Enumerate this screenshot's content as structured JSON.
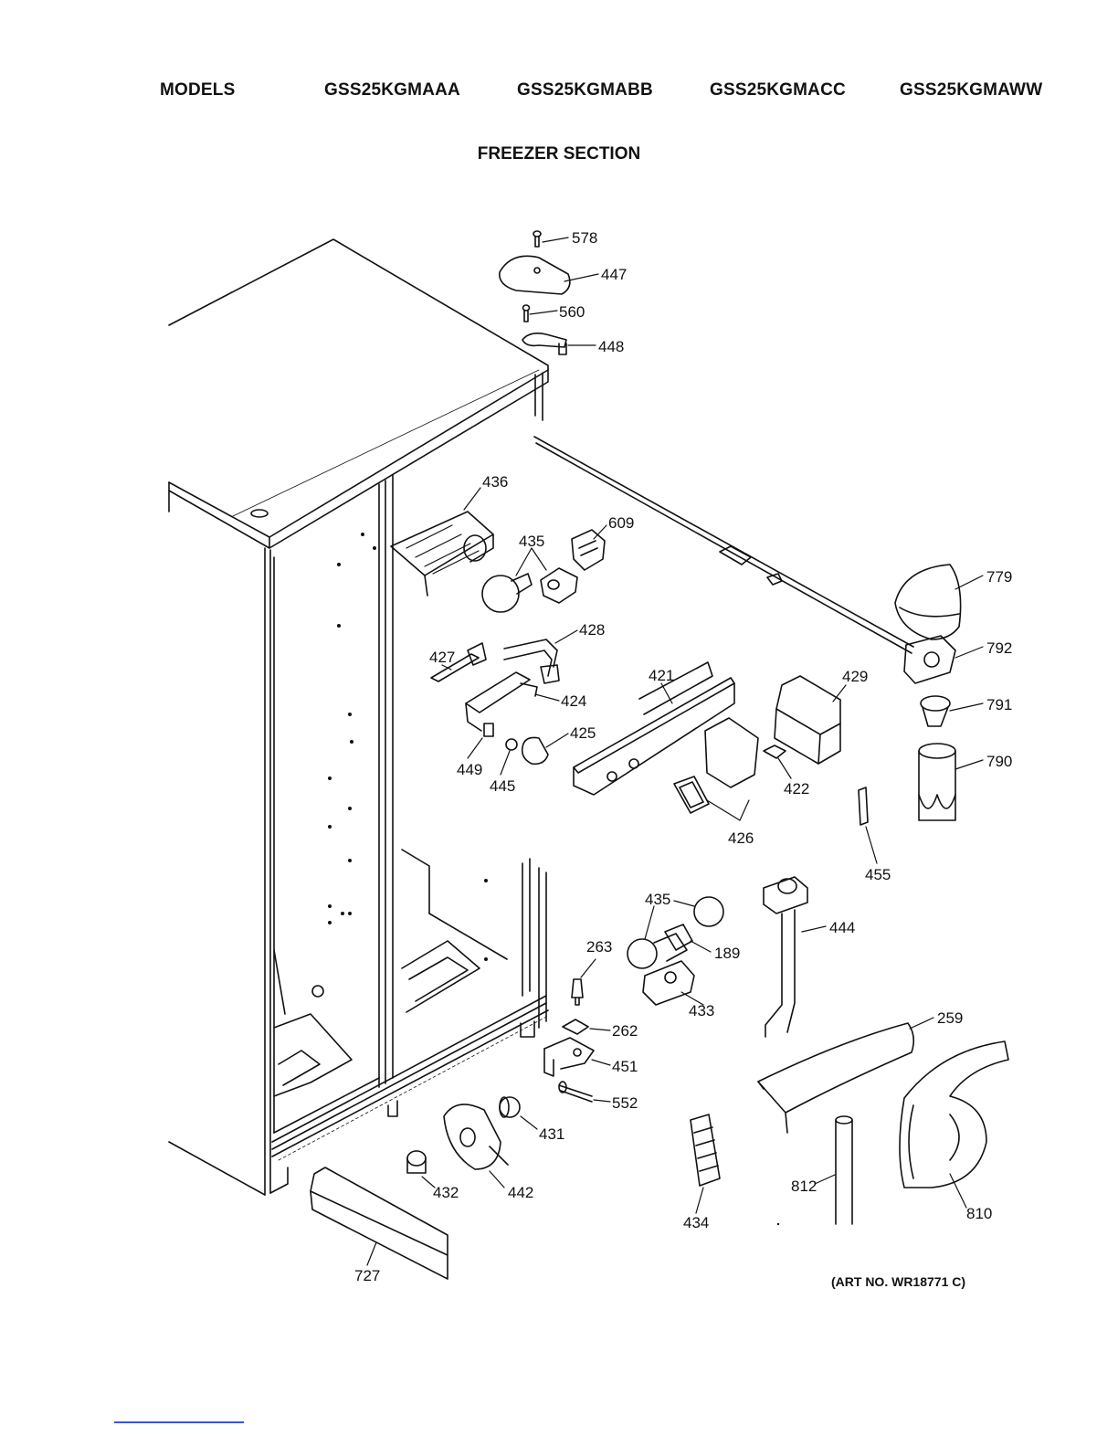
{
  "header": {
    "models_label": "MODELS",
    "models": [
      "GSS25KGMAAA",
      "GSS25KGMABB",
      "GSS25KGMACC",
      "GSS25KGMAWW"
    ]
  },
  "section_title": "FREEZER SECTION",
  "art_number": "(ART NO. WR18771 C)",
  "callouts": {
    "c578": "578",
    "c447": "447",
    "c560": "560",
    "c448": "448",
    "c436": "436",
    "c435a": "435",
    "c609": "609",
    "c779": "779",
    "c428": "428",
    "c427": "427",
    "c421": "421",
    "c429": "429",
    "c792": "792",
    "c424": "424",
    "c791": "791",
    "c425": "425",
    "c449": "449",
    "c445": "445",
    "c422": "422",
    "c790": "790",
    "c426": "426",
    "c455": "455",
    "c435b": "435",
    "c444": "444",
    "c263": "263",
    "c189": "189",
    "c433": "433",
    "c259": "259",
    "c262": "262",
    "c451": "451",
    "c552": "552",
    "c431": "431",
    "c432": "432",
    "c442": "442",
    "c812": "812",
    "c810": "810",
    "c434": "434",
    "c727": "727"
  }
}
